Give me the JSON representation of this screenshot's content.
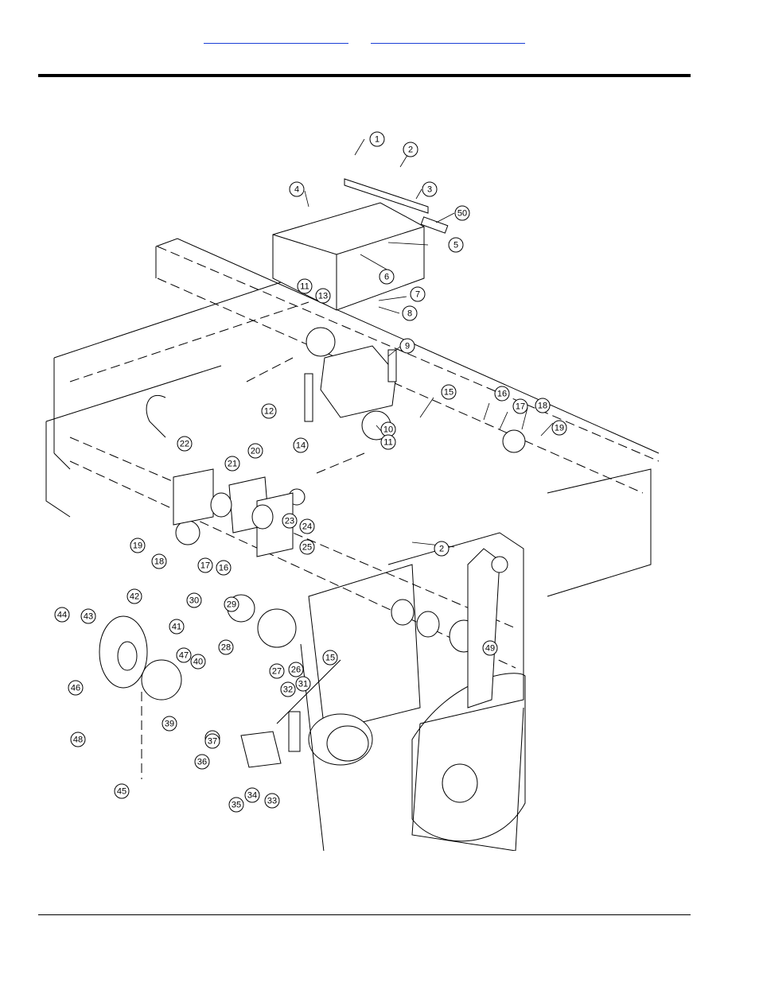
{
  "header": {
    "link_left": "",
    "link_right": ""
  },
  "diagram": {
    "callouts": [
      "1",
      "2",
      "3",
      "4",
      "50",
      "5",
      "6",
      "11",
      "13",
      "7",
      "8",
      "9",
      "12",
      "15",
      "10",
      "11",
      "16",
      "17",
      "18",
      "19",
      "14",
      "22",
      "21",
      "20",
      "23",
      "24",
      "2",
      "25",
      "19",
      "18",
      "17",
      "16",
      "30",
      "29",
      "28",
      "27",
      "26",
      "15",
      "42",
      "44",
      "43",
      "41",
      "47",
      "40",
      "46",
      "31",
      "32",
      "48",
      "39",
      "38",
      "37",
      "36",
      "45",
      "35",
      "34",
      "33",
      "49"
    ]
  },
  "colors": {
    "link": "#1a3fd6",
    "rule": "#000000"
  }
}
